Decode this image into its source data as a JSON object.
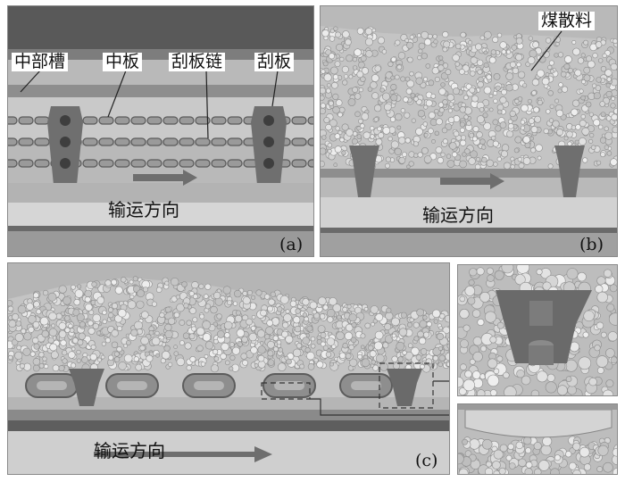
{
  "panel_a": {
    "labels": [
      "中部槽",
      "中板",
      "刮板链",
      "刮板"
    ],
    "direction": "输运方向",
    "caption": "(a)"
  },
  "panel_b": {
    "label": "煤散料",
    "direction": "输运方向",
    "caption": "(b)"
  },
  "panel_c": {
    "direction": "输运方向",
    "caption": "(c)"
  },
  "colors": {
    "trough_dark": "#5a5a5a",
    "trough_mid": "#8c8c8c",
    "plate_light": "#d0d0d0",
    "particle": "#d6d6d6",
    "arrow": "#6e6e6e"
  }
}
